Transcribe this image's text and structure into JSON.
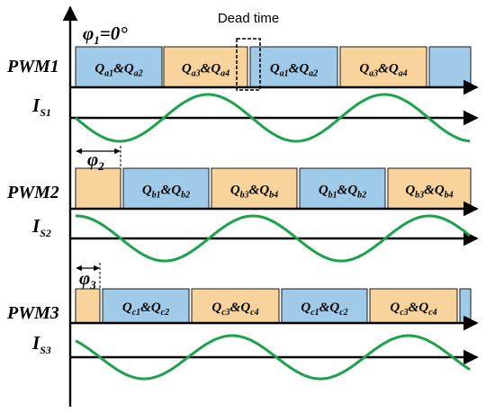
{
  "annotations": {
    "dead_time": "Dead time"
  },
  "phases": [
    {
      "pwm_label": "PWM1",
      "current_label": {
        "base": "I",
        "sub": "S1"
      },
      "phase_label": {
        "base": "φ",
        "sub": "1",
        "suffix": "=0°"
      },
      "pulse_labels": [
        {
          "a": "Q",
          "a_sub": "a1",
          "b": "Q",
          "b_sub": "a2"
        },
        {
          "a": "Q",
          "a_sub": "a3",
          "b": "Q",
          "b_sub": "a4"
        },
        {
          "a": "Q",
          "a_sub": "a1",
          "b": "Q",
          "b_sub": "a2"
        },
        {
          "a": "Q",
          "a_sub": "a3",
          "b": "Q",
          "b_sub": "a4"
        }
      ]
    },
    {
      "pwm_label": "PWM2",
      "current_label": {
        "base": "I",
        "sub": "S2"
      },
      "phase_label": {
        "base": "φ",
        "sub": "2",
        "suffix": ""
      },
      "pulse_labels": [
        {
          "a": "Q",
          "a_sub": "b1",
          "b": "Q",
          "b_sub": "b2"
        },
        {
          "a": "Q",
          "a_sub": "b3",
          "b": "Q",
          "b_sub": "b4"
        },
        {
          "a": "Q",
          "a_sub": "b1",
          "b": "Q",
          "b_sub": "b2"
        },
        {
          "a": "Q",
          "a_sub": "b3",
          "b": "Q",
          "b_sub": "b4"
        }
      ]
    },
    {
      "pwm_label": "PWM3",
      "current_label": {
        "base": "I",
        "sub": "S3"
      },
      "phase_label": {
        "base": "φ",
        "sub": "3",
        "suffix": ""
      },
      "pulse_labels": [
        {
          "a": "Q",
          "a_sub": "c1",
          "b": "Q",
          "b_sub": "c2"
        },
        {
          "a": "Q",
          "a_sub": "c3",
          "b": "Q",
          "b_sub": "c4"
        },
        {
          "a": "Q",
          "a_sub": "c1",
          "b": "Q",
          "b_sub": "c2"
        },
        {
          "a": "Q",
          "a_sub": "c3",
          "b": "Q",
          "b_sub": "c4"
        }
      ]
    }
  ],
  "colors": {
    "blue_pulse": "#9fcbe8",
    "orange_pulse": "#f8d39b",
    "current_wave": "#1aa34a",
    "axis": "#000000"
  }
}
